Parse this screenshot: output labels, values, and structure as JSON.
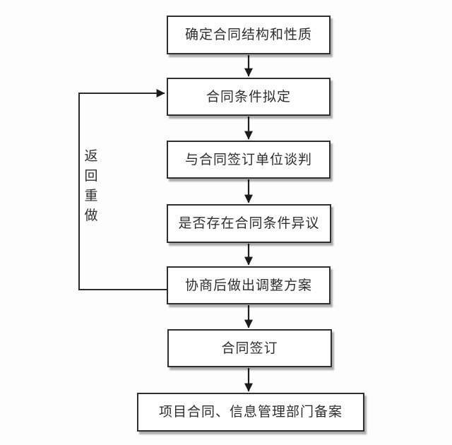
{
  "flowchart": {
    "nodes": [
      {
        "label": "确定合同结构和性质"
      },
      {
        "label": "合同条件拟定"
      },
      {
        "label": "与合同签订单位谈判"
      },
      {
        "label": "是否存在合同条件异议"
      },
      {
        "label": "协商后做出调整方案"
      },
      {
        "label": "合同签订"
      },
      {
        "label": "项目合同、信息管理部门备案"
      }
    ],
    "loop_label": "返回重做",
    "edges": [
      {
        "from": "确定合同结构和性质",
        "to": "合同条件拟定"
      },
      {
        "from": "合同条件拟定",
        "to": "与合同签订单位谈判"
      },
      {
        "from": "与合同签订单位谈判",
        "to": "是否存在合同条件异议"
      },
      {
        "from": "是否存在合同条件异议",
        "to": "协商后做出调整方案"
      },
      {
        "from": "协商后做出调整方案",
        "to": "合同签订"
      },
      {
        "from": "合同签订",
        "to": "项目合同、信息管理部门备案"
      },
      {
        "from": "协商后做出调整方案",
        "to": "合同条件拟定",
        "label": "返回重做"
      }
    ],
    "colors": {
      "background": "#fdfdfd",
      "box_border": "#2f2f2f",
      "box_fill": "#fefefe",
      "line": "#1f1f1f",
      "text": "#2e2e2e",
      "shadow": "#a9a9a9"
    }
  }
}
